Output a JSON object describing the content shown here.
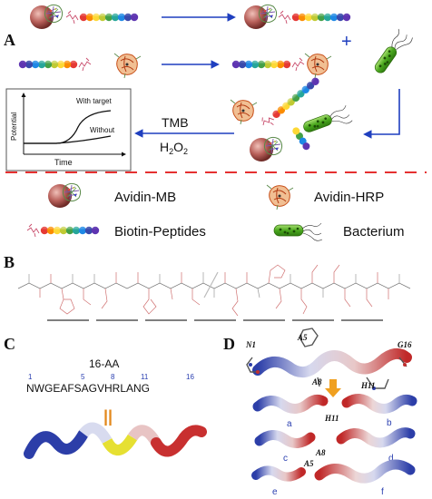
{
  "panels": {
    "A": "A",
    "B": "B",
    "C": "C",
    "D": "D"
  },
  "panel_a": {
    "plus_sign": "+",
    "graph": {
      "y_label": "Potential",
      "x_label": "Time",
      "curve_with_target": "With target",
      "curve_without": "Without"
    },
    "reagent_top": "TMB",
    "reagent_bottom": "H",
    "reagent_bottom_sub2": "2",
    "reagent_bottom_o": "O",
    "reagent_bottom_sub2b": "2",
    "legend": {
      "avidin_mb": "Avidin-MB",
      "avidin_hrp": "Avidin-HRP",
      "biotin_peptides": "Biotin-Peptides",
      "bacterium": "Bacterium"
    },
    "colors": {
      "arrow_blue": "#1f3fbf",
      "dashed_divider": "#e53030",
      "bead_red": "#b0554f",
      "bacterium_green": "#58b82a"
    }
  },
  "panel_c": {
    "title": "16-AA",
    "sequence": "NWGEAFSAGVHRLANG",
    "position_numbers": [
      "1",
      "5",
      "8",
      "11",
      "16"
    ],
    "equals_sign": "||"
  },
  "panel_d": {
    "residue_labels": {
      "n1": "N1",
      "a5": "A5",
      "g16": "G16",
      "a8": "A8",
      "h11": "H11",
      "h11_b": "H11",
      "a8_b": "A8",
      "a5_b": "A5"
    },
    "sub_labels": [
      "a",
      "b",
      "c",
      "d",
      "e",
      "f"
    ]
  }
}
